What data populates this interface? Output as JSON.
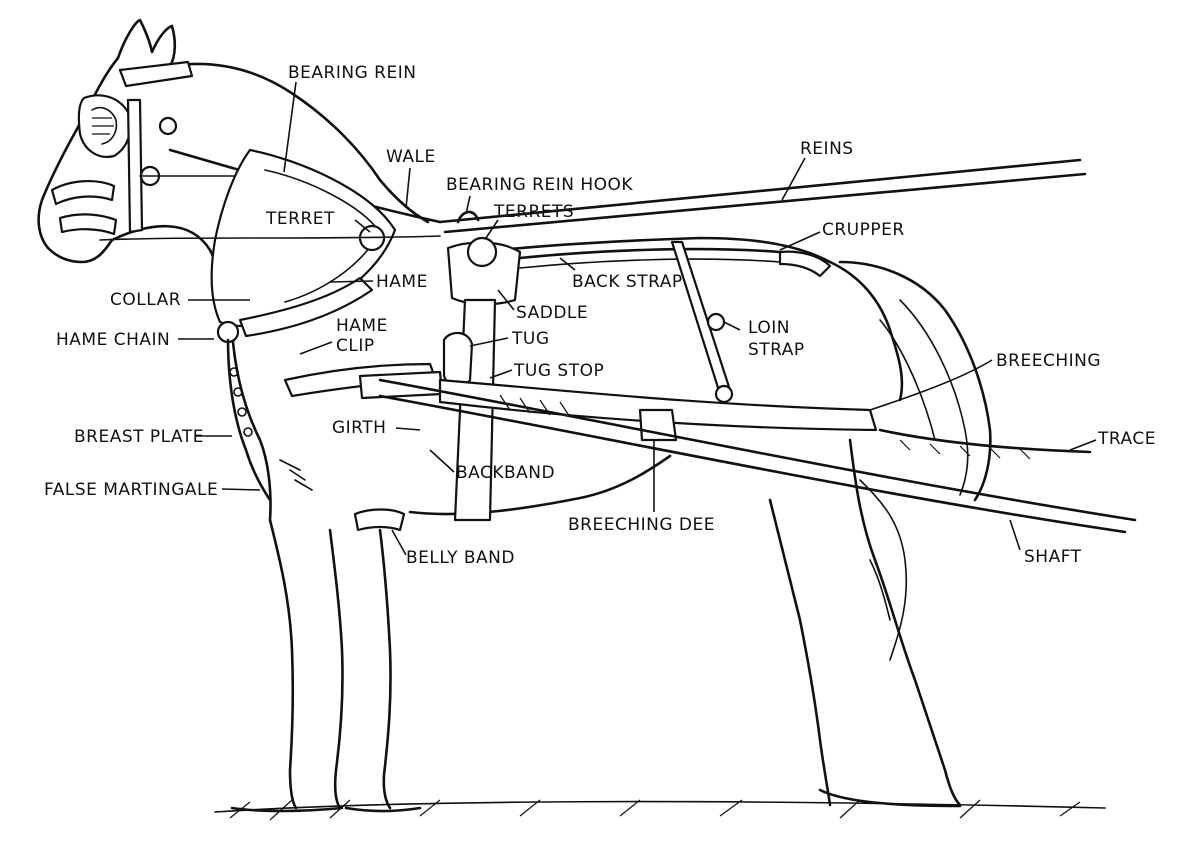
{
  "labels": {
    "bearing_rein": "BEARING REIN",
    "wale": "WALE",
    "reins": "REINS",
    "bearing_rein_hook": "BEARING REIN HOOK",
    "terret": "TERRET",
    "terrets": "TERRETS",
    "crupper": "CRUPPER",
    "hame": "HAME",
    "back_strap": "BACK STRAP",
    "collar": "COLLAR",
    "saddle": "SADDLE",
    "hame_chain": "HAME CHAIN",
    "hame_clip_1": "HAME",
    "hame_clip_2": "CLIP",
    "loin_strap_1": "LOIN",
    "loin_strap_2": "STRAP",
    "tug": "TUG",
    "tug_stop": "TUG STOP",
    "breeching": "BREECHING",
    "breast_plate": "BREAST PLATE",
    "girth": "GIRTH",
    "trace": "TRACE",
    "backband": "BACKBAND",
    "false_martingale": "FALSE MARTINGALE",
    "breeching_dee": "BREECHING DEE",
    "shaft": "SHAFT",
    "belly_band": "BELLY BAND"
  }
}
